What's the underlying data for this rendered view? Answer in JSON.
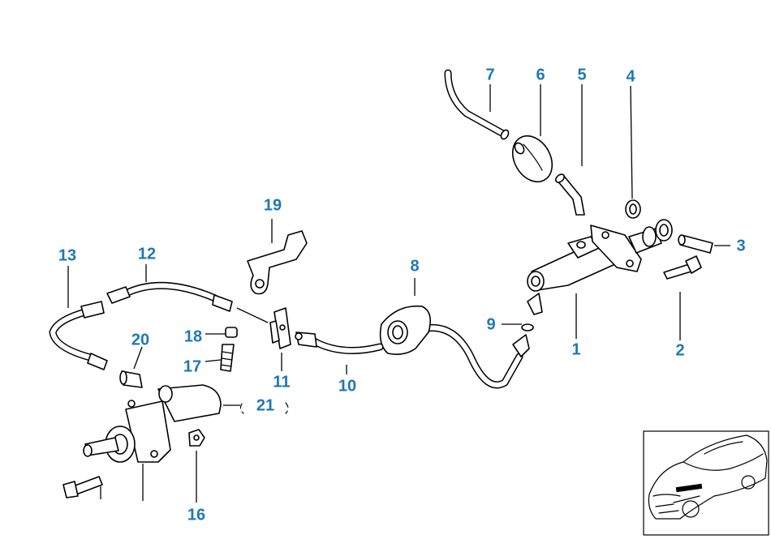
{
  "diagram": {
    "callouts": [
      {
        "id": "1",
        "text": "1"
      },
      {
        "id": "2",
        "text": "2"
      },
      {
        "id": "3",
        "text": "3"
      },
      {
        "id": "4",
        "text": "4"
      },
      {
        "id": "5",
        "text": "5"
      },
      {
        "id": "6",
        "text": "6"
      },
      {
        "id": "7",
        "text": "7"
      },
      {
        "id": "8",
        "text": "8"
      },
      {
        "id": "9",
        "text": "9"
      },
      {
        "id": "10",
        "text": "10"
      },
      {
        "id": "11",
        "text": "11"
      },
      {
        "id": "12",
        "text": "12"
      },
      {
        "id": "13",
        "text": "13"
      },
      {
        "id": "16",
        "text": "16"
      },
      {
        "id": "17",
        "text": "17"
      },
      {
        "id": "18",
        "text": "18"
      },
      {
        "id": "19",
        "text": "19"
      },
      {
        "id": "20",
        "text": "20"
      },
      {
        "id": "21",
        "text": "21"
      }
    ],
    "label_color": "#1f78b4",
    "line_color": "#000000",
    "inset_thumbnail": "car-location-thumbnail"
  }
}
